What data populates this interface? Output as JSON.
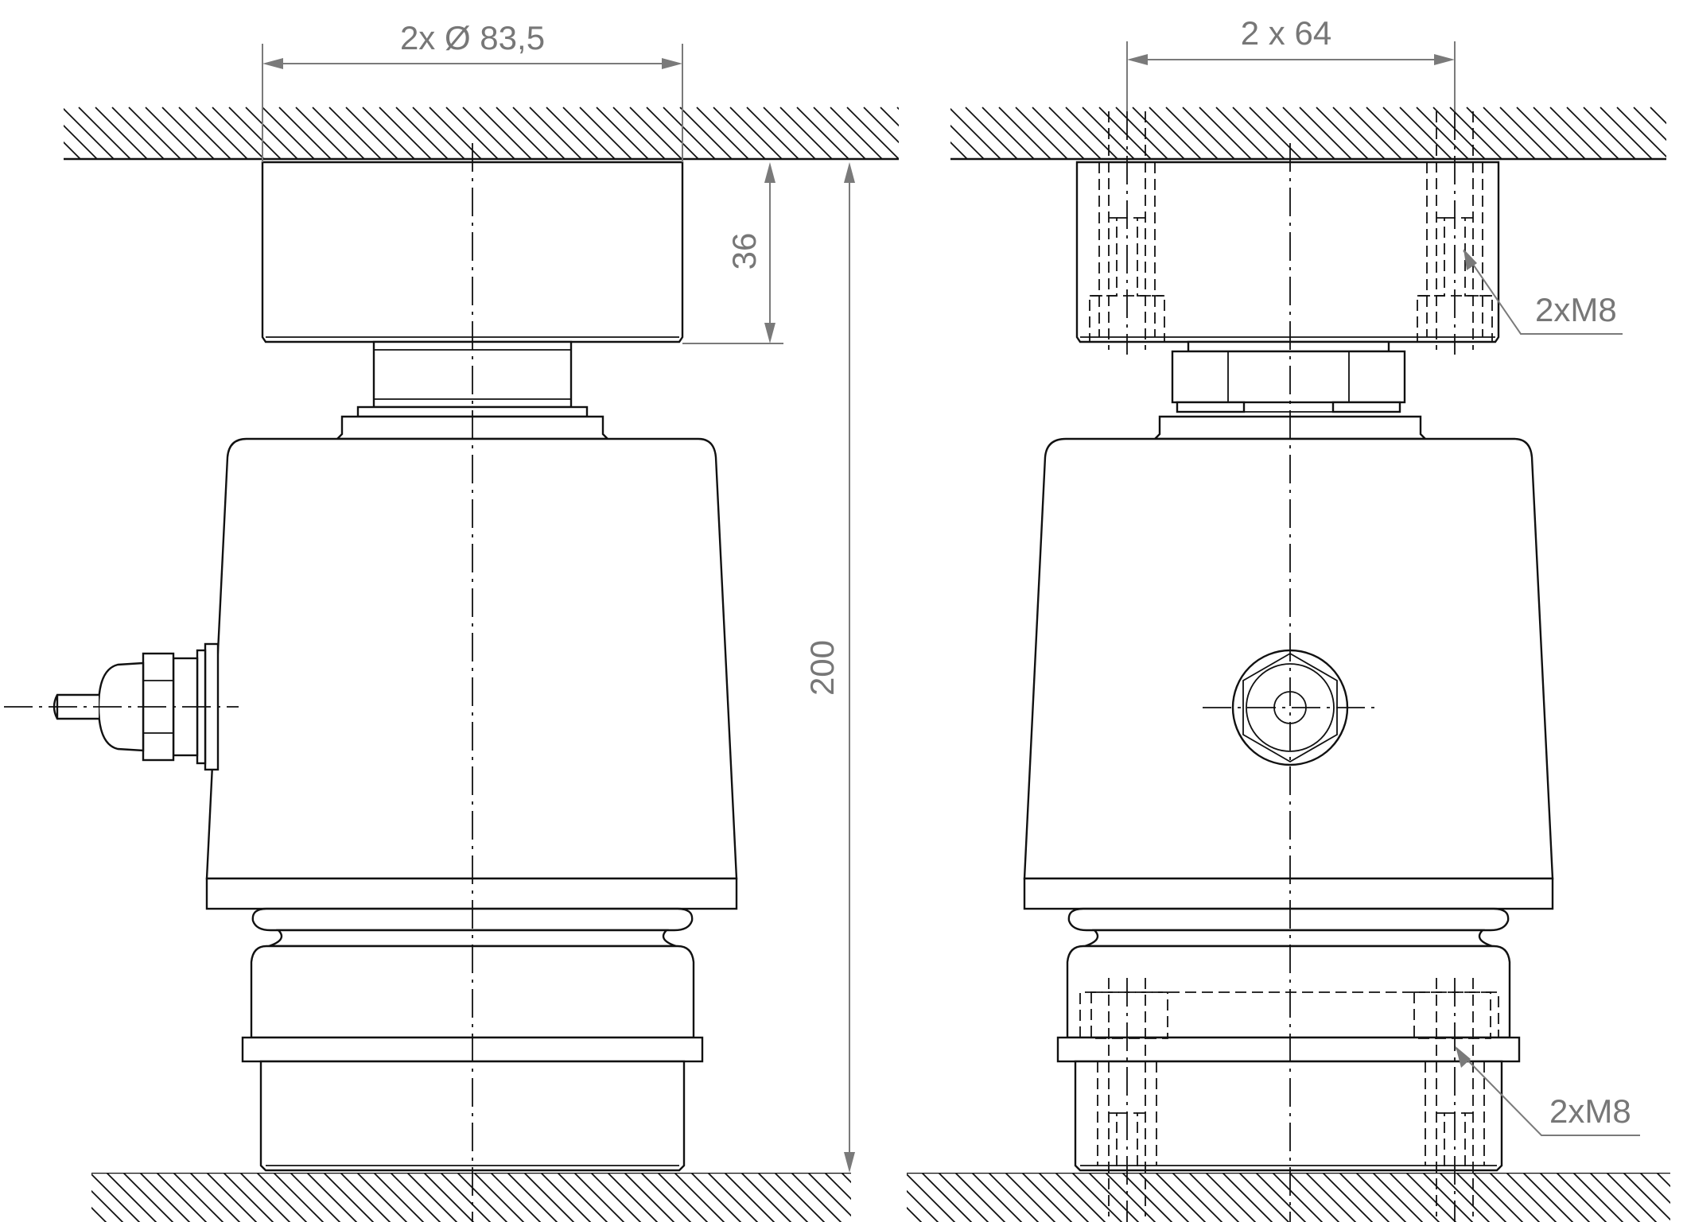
{
  "dimensions": {
    "diameter": "2x Ø 83,5",
    "top_height": "36",
    "total_height": "200",
    "hole_spacing": "2 x 64",
    "thread_top": "2xM8",
    "thread_bottom": "2xM8"
  },
  "colors": {
    "line": "#111111",
    "dimension": "#777777",
    "background": "#ffffff"
  }
}
